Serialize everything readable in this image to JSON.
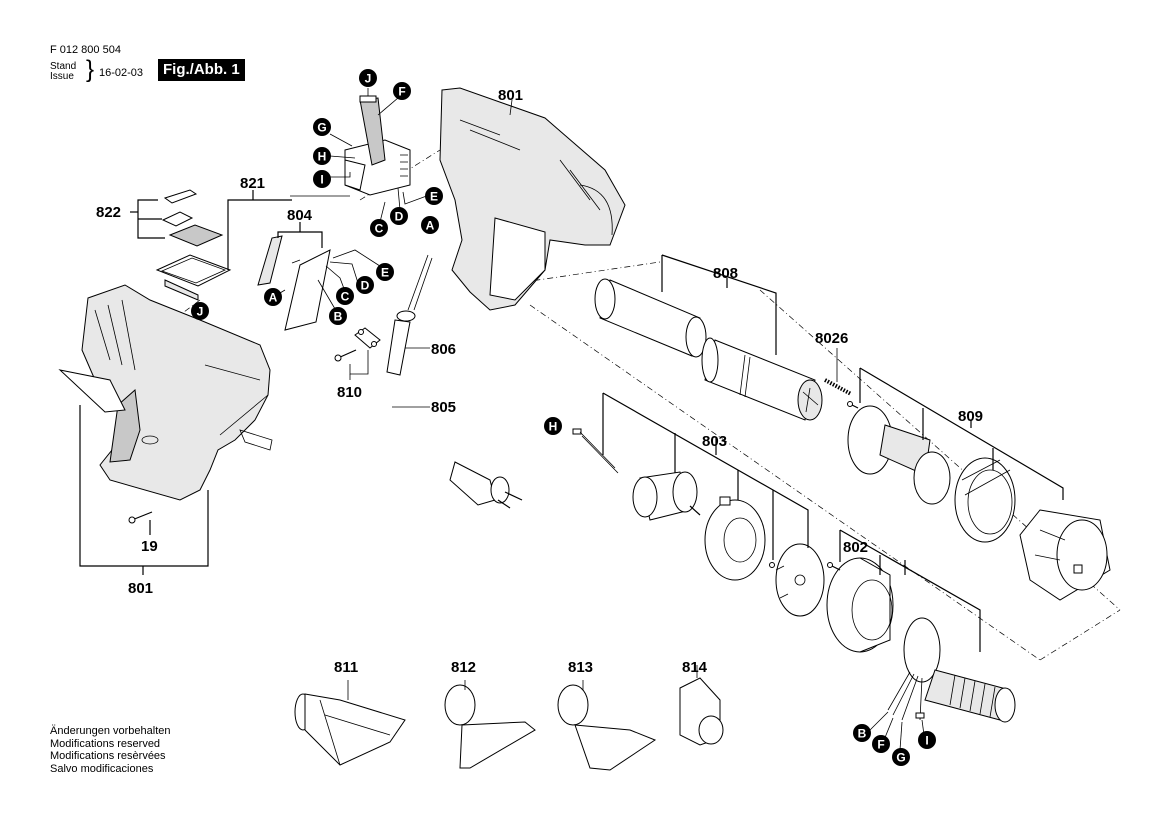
{
  "header": {
    "part_number": "F 012 800 504",
    "stand_label": "Stand",
    "issue_label": "Issue",
    "date": "16-02-03",
    "figure_label": "Fig./Abb. 1"
  },
  "notes": [
    "Änderungen vorbehalten",
    "Modifications reserved",
    "Modifications resèrvées",
    "Salvo modificaciones"
  ],
  "parts": {
    "p801_top": "801",
    "p801_bottom": "801",
    "p802": "802",
    "p803": "803",
    "p804": "804",
    "p805": "805",
    "p806": "806",
    "p808": "808",
    "p809": "809",
    "p810": "810",
    "p811": "811",
    "p812": "812",
    "p813": "813",
    "p814": "814",
    "p821": "821",
    "p822": "822",
    "p8026": "8026",
    "p19": "19"
  },
  "connectors": {
    "J_top": "J",
    "F_top": "F",
    "G_top": "G",
    "H_top": "H",
    "I_top": "I",
    "C_top": "C",
    "D_top": "D",
    "E_top": "E",
    "A_top": "A",
    "J_left": "J",
    "A_mid": "A",
    "B_mid": "B",
    "C_mid": "C",
    "D_mid": "D",
    "E_mid": "E",
    "H_mid": "H",
    "B_bot": "B",
    "F_bot": "F",
    "G_bot": "G",
    "I_bot": "I"
  }
}
